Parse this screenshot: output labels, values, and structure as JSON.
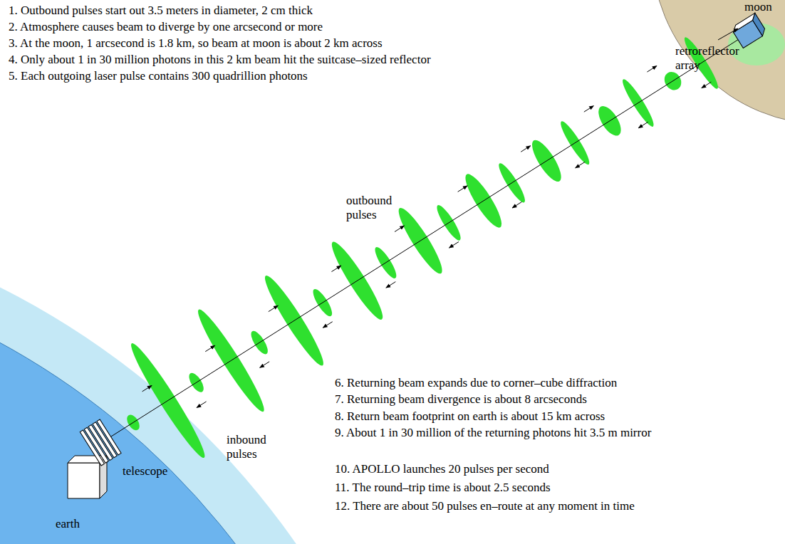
{
  "diagram": {
    "nodes": [
      {
        "text": [
          "moon"
        ]
      },
      {
        "text": [
          "earth"
        ]
      }
    ],
    "labels": [
      "1. Outbound pulses start out 3.5 meters in diameter, 2 cm thick",
      "2. Atmosphere causes beam to diverge by one arcsecond or more",
      "3. At the moon, 1 arcsecond is 1.8 km, so beam at moon is about 2 km across",
      "4. Only about 1 in 30 million photons in this 2 km beam hit the suitcase–sized reflector",
      "5. Each outgoing laser pulse contains 300 quadrillion photons",
      "retroreflector array",
      "outbound pulses",
      "inbound pulses",
      "telescope",
      "6. Returning beam expands due to corner–cube diffraction",
      "7. Returning beam divergence is about 8 arcseconds",
      "8. Return beam footprint on earth is about 15 km across",
      "9. About 1 in 30 million of the returning photons hit 3.5 m mirror",
      "10. APOLLO launches 20 pulses per second",
      "11. The round–trip time is about 2.5 seconds",
      "12. There are about 50 pulses en–route at any moment in time"
    ]
  }
}
